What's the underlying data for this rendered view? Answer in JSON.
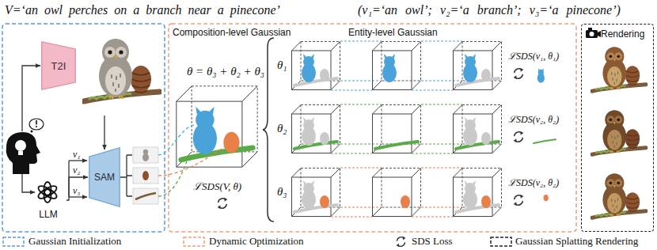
{
  "diagram": {
    "nodes": [
      {
        "text": [
          "T2I"
        ]
      },
      {
        "text": [
          "LLM"
        ]
      },
      {
        "text": [
          "SAM"
        ]
      },
      {
        "text": [
          "Rendering"
        ]
      }
    ],
    "edges": [
      {
        "from": 1,
        "to": 2,
        "arrow": "to"
      }
    ],
    "labels": [
      "V=‘an owl perches on a branch near a pinecone’",
      "(v₁=‘an owl’; v₂=‘a branch’; v₃=‘a pinecone’)",
      "v₁",
      "v₂",
      "v₃",
      "Composition-level Gaussian",
      "θ = θ₃ + θ₂ + θ₃",
      "ℒSDS(V, θ)",
      "Entity-level Gaussian",
      "θ₁",
      "θ₂",
      "θ₃",
      "ℒSDS(v₁, θ₁)",
      "ℒSDS(v₂, θ₂)",
      "ℒSDS(v₂, θ₂)"
    ],
    "legend": [
      {
        "text": "Gaussian Initialization"
      },
      {
        "text": "Dynamic Optimization"
      },
      {
        "text": "SDS Loss"
      },
      {
        "text": "Gaussian Splatting Rendering"
      }
    ]
  }
}
